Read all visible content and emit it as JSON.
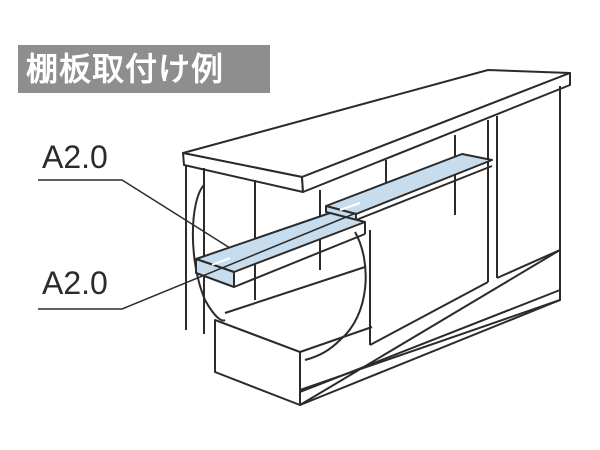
{
  "title": "棚板取付け例",
  "callouts": [
    {
      "label": "A2.0"
    },
    {
      "label": "A2.0"
    }
  ],
  "colors": {
    "title_background": "#8e8e8e",
    "title_text": "#ffffff",
    "shelf_fill": "#c7ddee",
    "line": "#2b2b2b"
  }
}
